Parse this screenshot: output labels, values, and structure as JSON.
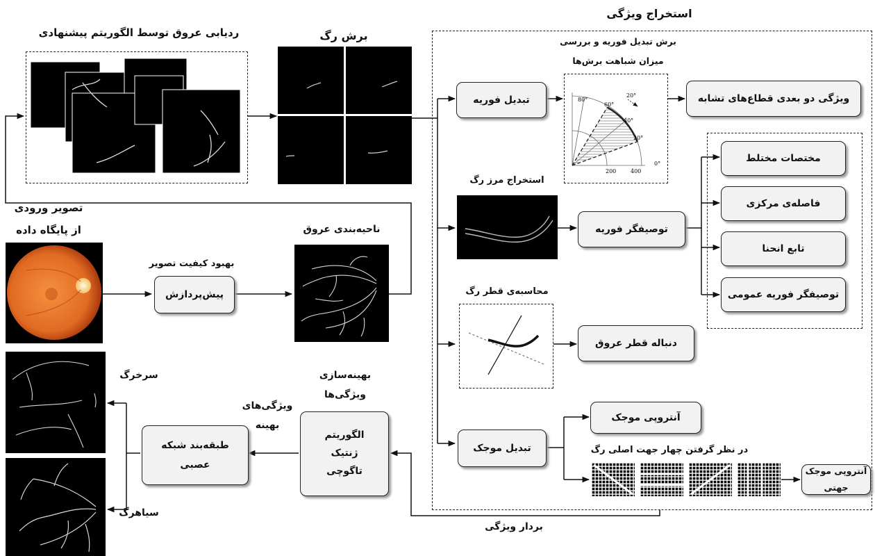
{
  "labels": {
    "feature_extraction": "استخراج ویژگی",
    "vessel_tracking": "ردیابی عروق توسط الگوریتم پیشنهادی",
    "vessel_cut": "برش رگ",
    "fourier_cut_line1": "برش تبدیل فوریه و  بررسی",
    "fourier_cut_line2": "میزان شباهت برش‌ها",
    "input_line1": "تصویر ورودی",
    "input_line2": "از پایگاه داده",
    "enhancement": "بهبود کیفیت تصویر",
    "vessel_segmentation": "ناحیه‌بندی عروق",
    "edge_extraction": "استخراج مرز رگ",
    "diameter_calc": "محاسبه‌ی قطر رگ",
    "four_directions": "در نظر گرفتن چهار جهت اصلی رگ",
    "optimization_line1": "بهینه‌سازی",
    "optimization_line2": "ویژگی‌ها",
    "optimal_features_line1": "ویژگی‌های",
    "optimal_features_line2": "بهینه",
    "artery": "سرخرگ",
    "vein": "سیاهرگ",
    "feature_vector": "بردار ویژگی"
  },
  "boxes": {
    "fourier_transform": "تبدیل فوریه",
    "two_dim_feature": "ویژگی دو بعدی قطاع‌های تشابه",
    "complex_coords": "مختصات مختلط",
    "centroid_distance": "فاصله‌ی مرکزی",
    "curvature": "تابع انحنا",
    "general_fourier": "توصیفگر فوریه عمومی",
    "fourier_descriptor": "توصیفگر فوریه",
    "preprocessing": "پیش‌پردازش",
    "diameter_sequence": "دنباله قطر عروق",
    "wavelet_transform": "تبدیل موجک",
    "wavelet_entropy": "آنتروپی موجک",
    "directional_entropy": "آنتروپی موجک جهتی",
    "nn_classifier_line1": "طبقه‌بند شبکه",
    "nn_classifier_line2": "عصبی",
    "ga_line1": "الگوریتم",
    "ga_line2": "ژنتیک",
    "ga_line3": "تاگوچی"
  },
  "polar_chart": {
    "angles": [
      "80°",
      "60°",
      "40°",
      "20°",
      "0°"
    ],
    "radii": [
      "200",
      "400"
    ],
    "step_label": "20°"
  },
  "colors": {
    "retina_outer": "#c9541a",
    "retina_inner": "#f08a3a",
    "optic_disc": "#fff3b0"
  }
}
